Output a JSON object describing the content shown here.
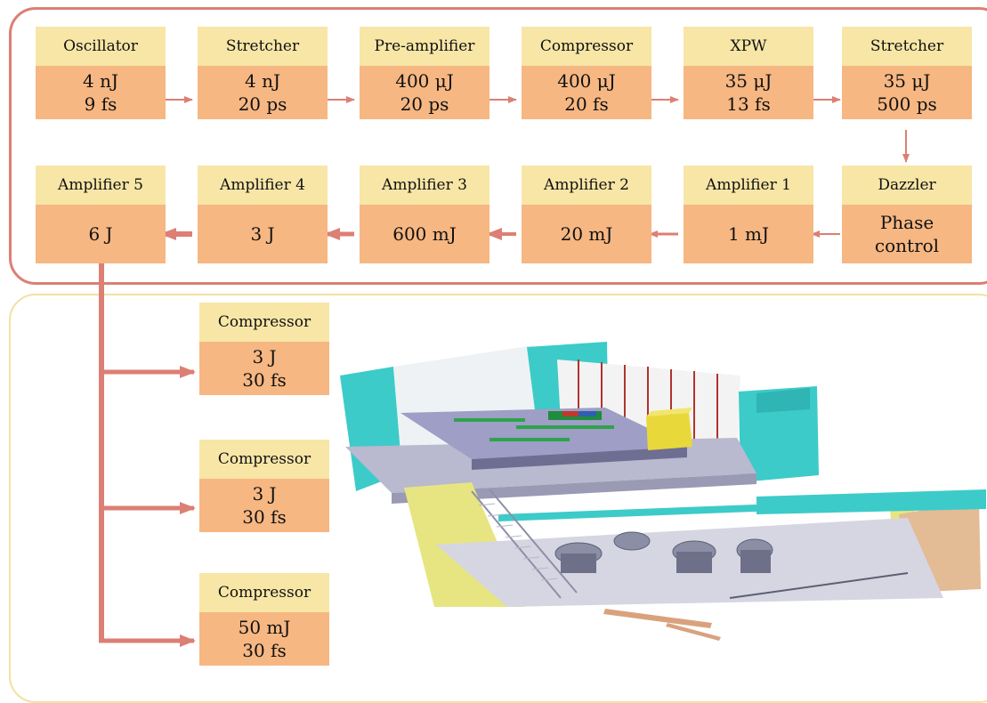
{
  "stages_top": [
    {
      "name": "Oscillator",
      "lines": [
        "4 nJ",
        "9 fs"
      ]
    },
    {
      "name": "Stretcher",
      "lines": [
        "4 nJ",
        "20 ps"
      ]
    },
    {
      "name": "Pre-amplifier",
      "lines": [
        "400 μJ",
        "20 ps"
      ]
    },
    {
      "name": "Compressor",
      "lines": [
        "400 μJ",
        "20 fs"
      ]
    },
    {
      "name": "XPW",
      "lines": [
        "35 μJ",
        "13 fs"
      ]
    },
    {
      "name": "Stretcher",
      "lines": [
        "35 μJ",
        "500 ps"
      ]
    }
  ],
  "stages_middle": [
    {
      "name": "Amplifier 5",
      "lines": [
        "6 J"
      ]
    },
    {
      "name": "Amplifier 4",
      "lines": [
        "3 J"
      ]
    },
    {
      "name": "Amplifier 3",
      "lines": [
        "600 mJ"
      ]
    },
    {
      "name": "Amplifier 2",
      "lines": [
        "20 mJ"
      ]
    },
    {
      "name": "Amplifier 1",
      "lines": [
        "1 mJ"
      ]
    },
    {
      "name": "Dazzler",
      "lines": [
        "Phase",
        "control"
      ]
    }
  ],
  "compressors": [
    {
      "name": "Compressor",
      "lines": [
        "3 J",
        "30 fs"
      ]
    },
    {
      "name": "Compressor",
      "lines": [
        "3 J",
        "30 fs"
      ]
    },
    {
      "name": "Compressor",
      "lines": [
        "50 mJ",
        "30 fs"
      ]
    }
  ],
  "colors": {
    "header": "#f7e6a6",
    "body": "#f6b782",
    "arrow": "#dc7f74",
    "panel_top_border": "#dc7f74",
    "panel_bottom_border": "#f1e1a3"
  }
}
